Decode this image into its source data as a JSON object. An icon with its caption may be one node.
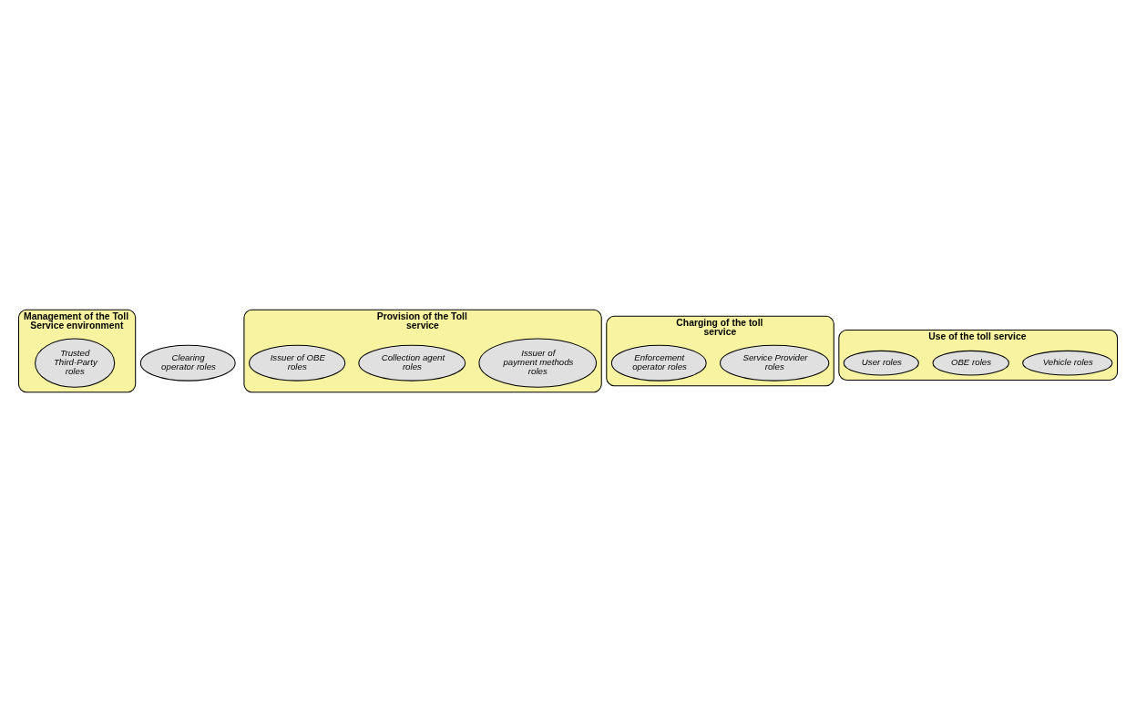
{
  "diagram": {
    "nodes": [
      {
        "text": [
          "Management of the Toll Service environment"
        ]
      },
      {
        "text": [
          "Trusted Third-Party roles"
        ],
        "in": 0
      },
      {
        "text": [
          "Clearing operator roles"
        ]
      },
      {
        "text": [
          "Provision of the Toll service"
        ]
      },
      {
        "text": [
          "Issuer of payment methods roles"
        ],
        "in": 3
      },
      {
        "text": [
          "Collection agent roles"
        ],
        "in": 3
      },
      {
        "text": [
          "Issuer of OBE roles"
        ],
        "in": 3
      },
      {
        "text": [
          "Charging of the toll service"
        ]
      },
      {
        "text": [
          "Service Provider roles"
        ],
        "in": 7
      },
      {
        "text": [
          "Enforcement operator roles"
        ],
        "in": 7
      },
      {
        "text": [
          "Use of the toll service"
        ]
      },
      {
        "text": [
          "Vehicle roles"
        ],
        "in": 10
      },
      {
        "text": [
          "OBE roles"
        ],
        "in": 10
      },
      {
        "text": [
          "User roles"
        ],
        "in": 10
      }
    ]
  }
}
